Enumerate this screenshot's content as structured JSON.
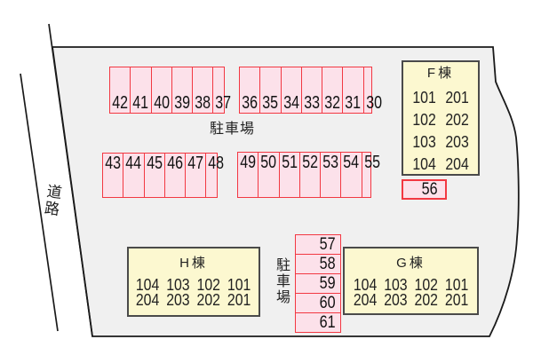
{
  "site": {
    "road_label": "道路",
    "parking_area_label": "駐車場",
    "parking_area_label_side": "駐車場",
    "colors": {
      "site_fill": "#F0F0F0",
      "boundary_line": "#1a1a1a",
      "stall_fill": "#FCE1EA",
      "stall_border": "#F23842",
      "building_fill": "#FCF8D0",
      "building_border": "#4a4a4a"
    },
    "stall_rows": [
      {
        "name": "stalls-42-37",
        "numbers": [
          "42",
          "41",
          "40",
          "39",
          "38",
          "37"
        ],
        "number_position": "bottom"
      },
      {
        "name": "stalls-36-30",
        "numbers": [
          "36",
          "35",
          "34",
          "33",
          "32",
          "31",
          "30"
        ],
        "number_position": "bottom"
      },
      {
        "name": "stalls-43-48",
        "numbers": [
          "43",
          "44",
          "45",
          "46",
          "47",
          "48"
        ],
        "number_position": "top"
      },
      {
        "name": "stalls-49-55",
        "numbers": [
          "49",
          "50",
          "51",
          "52",
          "53",
          "54",
          "55"
        ],
        "number_position": "top"
      }
    ],
    "single_stall": {
      "number": "56"
    },
    "stall_column": {
      "name": "stalls-57-61",
      "numbers": [
        "57",
        "58",
        "59",
        "60",
        "61"
      ]
    },
    "buildings": [
      {
        "name": "F棟",
        "unit_rows": [
          [
            "101",
            "201"
          ],
          [
            "102",
            "202"
          ],
          [
            "103",
            "203"
          ],
          [
            "104",
            "204"
          ]
        ]
      },
      {
        "name": "H棟",
        "unit_rows": [
          [
            "104",
            "103",
            "102",
            "101"
          ],
          [
            "204",
            "203",
            "202",
            "201"
          ]
        ]
      },
      {
        "name": "G棟",
        "unit_rows": [
          [
            "104",
            "103",
            "102",
            "101"
          ],
          [
            "204",
            "203",
            "202",
            "201"
          ]
        ]
      }
    ]
  }
}
